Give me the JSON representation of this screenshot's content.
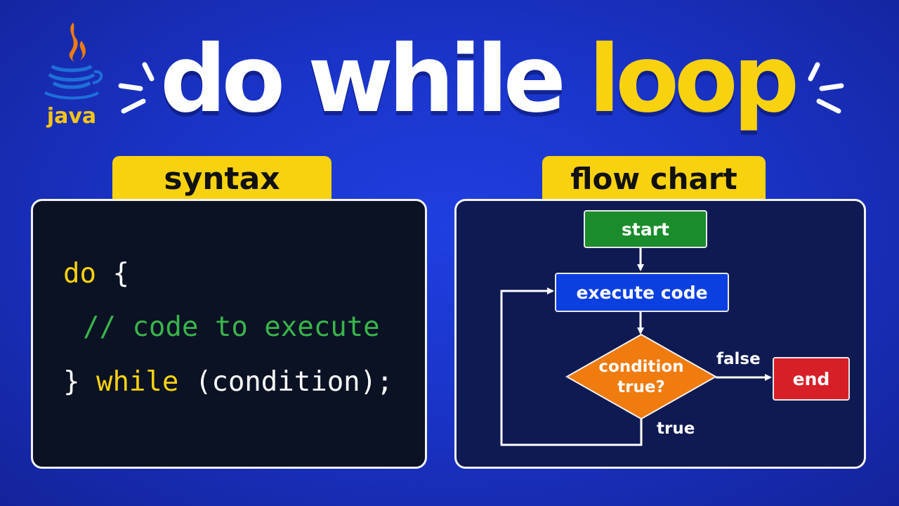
{
  "logo": {
    "icon": "java-coffee-cup-icon",
    "word": "java"
  },
  "title": {
    "part1": "do while",
    "part2": "loop"
  },
  "syntax_panel": {
    "tab_label": "syntax",
    "code_lines": [
      {
        "keyword": "do",
        "rest": " {"
      },
      {
        "comment": "// code to execute"
      },
      {
        "lead": "} ",
        "keyword": "while",
        "rest": " (condition);"
      }
    ]
  },
  "flow_panel": {
    "tab_label": "flow chart",
    "nodes": {
      "start": "start",
      "execute": "execute code",
      "condition_line1": "condition",
      "condition_line2": "true?",
      "end": "end"
    },
    "edges": {
      "false_label": "false",
      "true_label": "true"
    }
  },
  "colors": {
    "background": "#1a34c8",
    "accent_yellow": "#f8d20f",
    "start_green": "#1a8c2b",
    "execute_blue": "#0b3fe0",
    "condition_orange": "#f07b0f",
    "end_red": "#d71f28",
    "comment_green": "#39b54a"
  }
}
